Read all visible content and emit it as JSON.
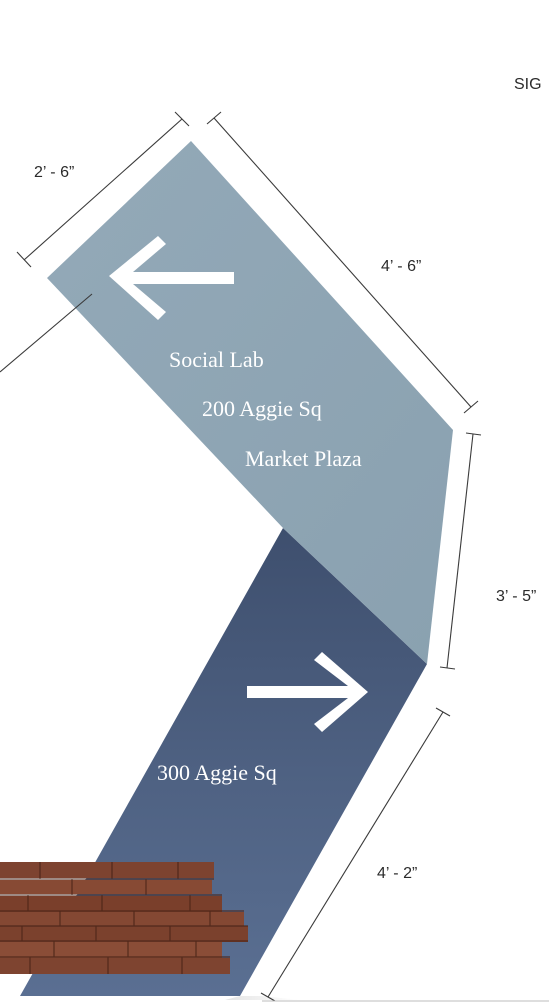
{
  "header": {
    "sheet_label": "SIG"
  },
  "dimensions": {
    "top_left_width": "2’ - 6”",
    "top_right_length": "4’ - 6”",
    "middle_right_height": "3’ - 5”",
    "bottom_right_length": "4’ - 2”"
  },
  "upper_panel": {
    "arrow_direction": "left",
    "color": "#8fa6b5",
    "destinations": [
      "Social Lab",
      "200 Aggie Sq",
      "Market Plaza"
    ]
  },
  "lower_panel": {
    "arrow_direction": "right",
    "color": "#4f6283",
    "destinations": [
      "300 Aggie Sq"
    ]
  },
  "base": {
    "material": "brick",
    "color": "#7a3f2b"
  }
}
